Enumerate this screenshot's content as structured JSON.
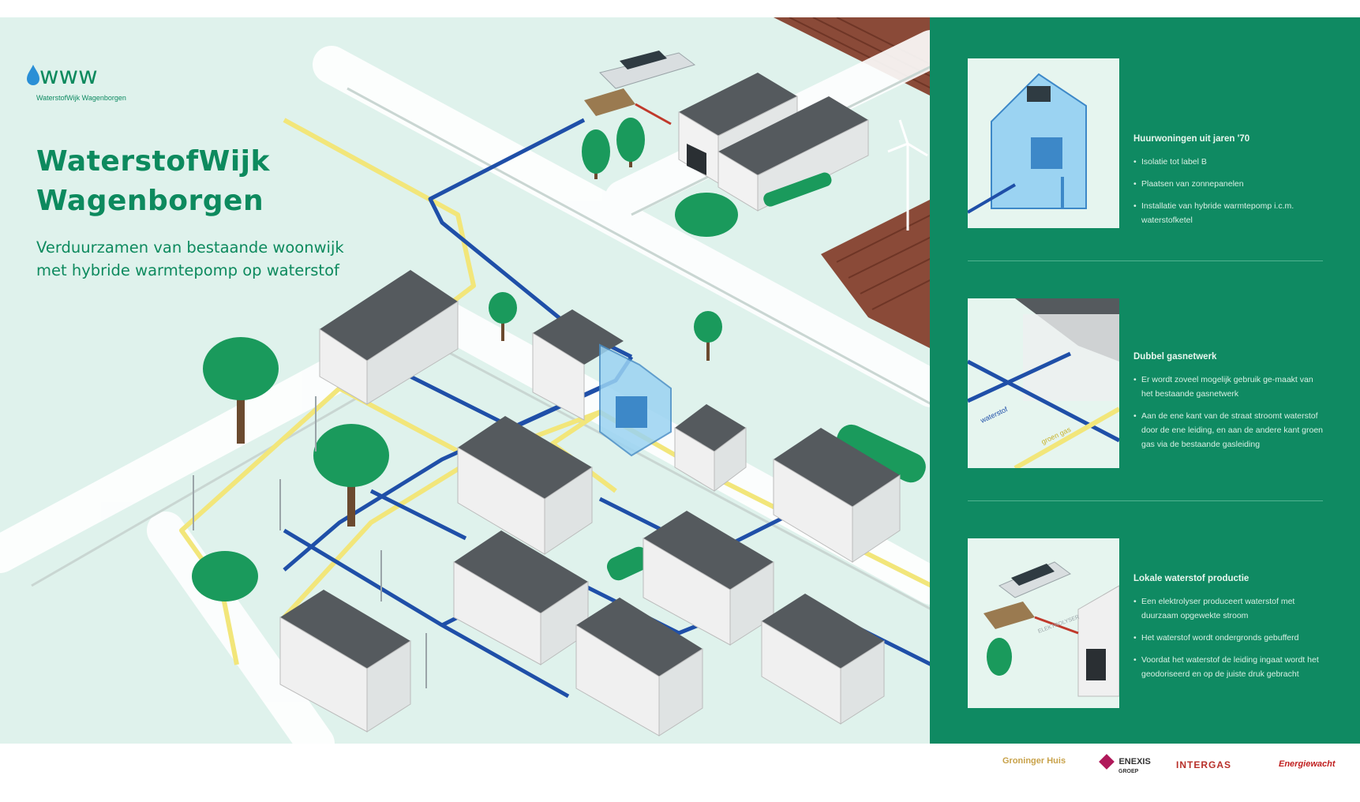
{
  "brand": {
    "logo_text": "www",
    "logo_subtitle": "WaterstofWijk Wagenborgen",
    "accent": "#0d8a5e",
    "panel_color": "#0f8a62"
  },
  "header": {
    "title_line1": "WaterstofWijk",
    "title_line2": "Wagenborgen",
    "subtitle_line1": "Verduurzamen van bestaande woonwijk",
    "subtitle_line2": "met hybride warmtepomp op waterstof"
  },
  "map_labels": {
    "waterstof": "waterstof",
    "groen_gas": "groen gas",
    "electrolyzer": "ELEKTROLYSER"
  },
  "cards": [
    {
      "title": "Huurwoningen uit jaren '70",
      "bullets": [
        "Isolatie tot label B",
        "Plaatsen van zonnepanelen",
        "Installatie van hybride warmtepomp i.c.m. waterstofketel"
      ]
    },
    {
      "title": "Dubbel gasnetwerk",
      "bullets": [
        "Er wordt zoveel mogelijk gebruik ge-maakt van het bestaande gasnetwerk",
        "Aan de ene kant van de straat stroomt waterstof door de ene leiding, en aan de andere kant groen gas via de bestaande gasleiding"
      ]
    },
    {
      "title": "Lokale waterstof productie",
      "bullets": [
        "Een elektrolyser produceert waterstof met duurzaam opgewekte stroom",
        "Het waterstof wordt ondergronds gebufferd",
        "Voordat het waterstof de leiding ingaat wordt het geodoriseerd en op de juiste druk gebracht"
      ]
    }
  ],
  "partners": {
    "groningen": "Groninger Huis",
    "enexis": "ENEXIS",
    "enexis_sub": "GROEP",
    "intergas": "INTERGAS",
    "energiewacht": "Energiewacht"
  }
}
